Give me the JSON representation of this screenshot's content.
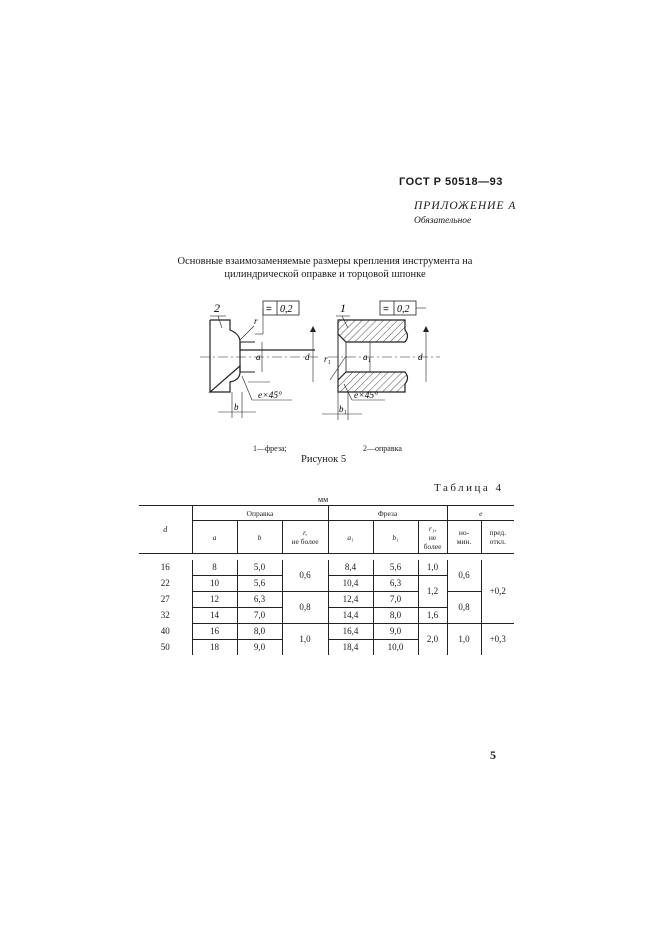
{
  "header": {
    "standard": "ГОСТ Р 50518—93",
    "appendix_title": "ПРИЛОЖЕНИЕ А",
    "appendix_subtitle": "Обязательное"
  },
  "caption": {
    "line1": "Основные взаимозаменяемые размеры крепления инструмента на",
    "line2": "цилиндрической оправке и торцовой шпонке"
  },
  "drawing": {
    "left_callout": "2",
    "right_callout": "1",
    "tolerance": "0,2",
    "tol_symbol": "=",
    "chamfer": "e×45°",
    "dim_a": "a",
    "dim_a1": "a₁",
    "dim_d": "d",
    "dim_b": "b",
    "dim_b1": "b₁",
    "dim_r": "r",
    "dim_r1": "r₁"
  },
  "legend": {
    "item1": "1—фреза;",
    "item2": "2—оправка"
  },
  "figure_label": "Рисунок 5",
  "table_label": "Таблица 4",
  "units": "мм",
  "table": {
    "col_d": "d",
    "group_mandrel": "Оправка",
    "group_cutter": "Фреза",
    "group_e": "e",
    "h_a": "a",
    "h_b": "b",
    "h_r": "r,",
    "h_r_sub": "не более",
    "h_a1": "a₁",
    "h_b1": "b₁",
    "h_r1": "r₁,",
    "h_r1_sub1": "не",
    "h_r1_sub2": "более",
    "h_nom1": "но-",
    "h_nom2": "мин.",
    "h_dev1": "пред.",
    "h_dev2": "откл.",
    "rows": [
      {
        "d": "16",
        "a": "8",
        "b": "5,0",
        "a1": "8,4",
        "b1": "5,6"
      },
      {
        "d": "22",
        "a": "10",
        "b": "5,6",
        "a1": "10,4",
        "b1": "6,3"
      },
      {
        "d": "27",
        "a": "12",
        "b": "6,3",
        "a1": "12,4",
        "b1": "7,0"
      },
      {
        "d": "32",
        "a": "14",
        "b": "7,0",
        "a1": "14,4",
        "b1": "8,0"
      },
      {
        "d": "40",
        "a": "16",
        "b": "8,0",
        "a1": "16,4",
        "b1": "9,0"
      },
      {
        "d": "50",
        "a": "18",
        "b": "9,0",
        "a1": "18,4",
        "b1": "10,0"
      }
    ],
    "r_values": [
      "0,6",
      "0,8",
      "1,0"
    ],
    "r1_values": [
      "1,0",
      "1,2",
      "1,6",
      "2,0"
    ],
    "e_nom_values": [
      "0,6",
      "0,8",
      "1,0"
    ],
    "e_dev_values": [
      "+0,2",
      "+0,3"
    ]
  },
  "page_number": "5"
}
